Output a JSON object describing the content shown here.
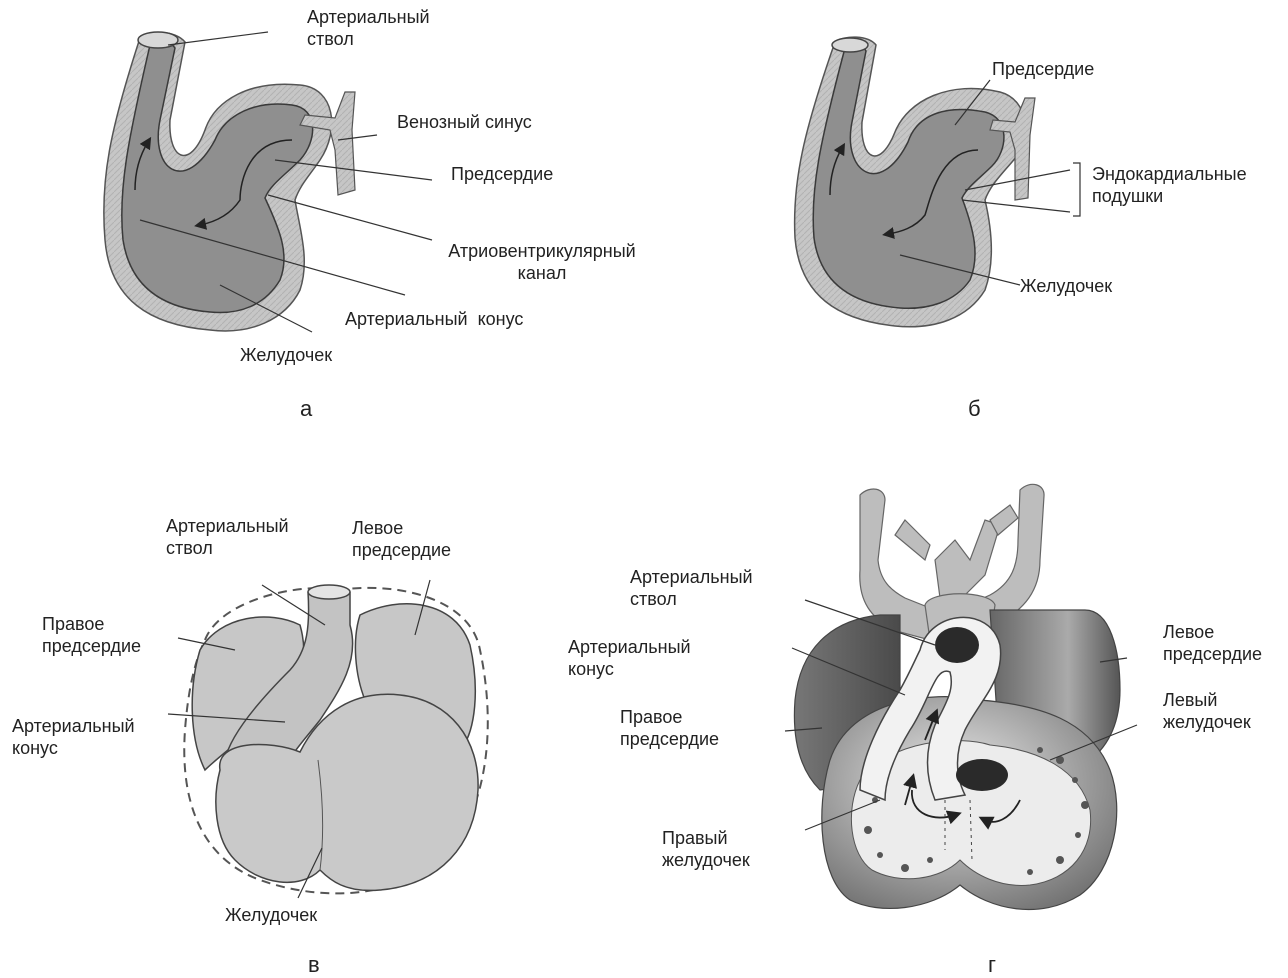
{
  "panels": {
    "a": {
      "caption": "а",
      "labels": {
        "arterial_trunk": [
          "Артериальный",
          "ствол"
        ],
        "venous_sinus": "Венозный синус",
        "atrium": "Предсердие",
        "av_canal": [
          "Атриовентрикулярный",
          "канал"
        ],
        "arterial_cone": "Артериальный  конус",
        "ventricle": "Желудочек"
      }
    },
    "b": {
      "caption": "б",
      "labels": {
        "atrium": "Предсердие",
        "endocardial_cushions": [
          "Эндокардиальные",
          "подушки"
        ],
        "ventricle": "Желудочек"
      }
    },
    "c": {
      "caption": "в",
      "labels": {
        "arterial_trunk": [
          "Артериальный",
          "ствол"
        ],
        "left_atrium": [
          "Левое",
          "предсердие"
        ],
        "right_atrium": [
          "Правое",
          "предсердие"
        ],
        "arterial_cone": [
          "Артериальный",
          "конус"
        ],
        "ventricle": "Желудочек"
      }
    },
    "d": {
      "caption": "г",
      "labels": {
        "arterial_trunk": [
          "Артериальный",
          "ствол"
        ],
        "arterial_cone": [
          "Артериальный",
          "конус"
        ],
        "right_atrium": [
          "Правое",
          "предсердие"
        ],
        "right_ventricle": [
          "Правый",
          "желудочек"
        ],
        "left_atrium": [
          "Левое",
          "предсердие"
        ],
        "left_ventricle": [
          "Левый",
          "желудочек"
        ]
      }
    }
  },
  "colors": {
    "tissue": "#8c8c8c",
    "wall": "#c9c9c9",
    "lumen": "#e6e6e6",
    "outline": "#444444",
    "text": "#222222"
  }
}
